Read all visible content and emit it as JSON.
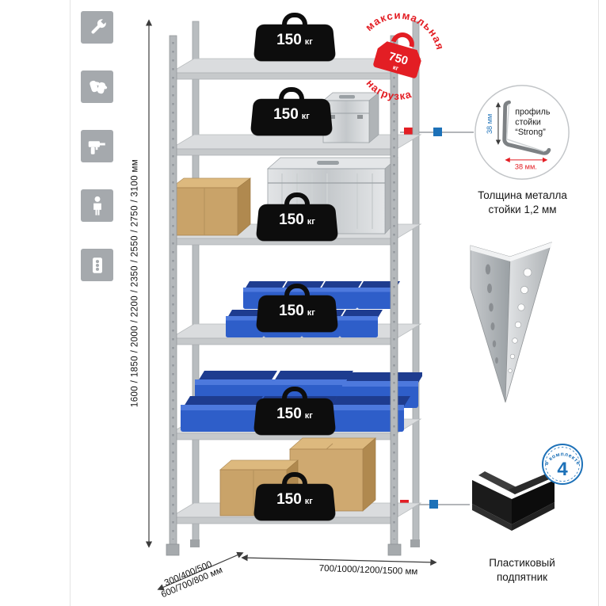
{
  "colors": {
    "accent_red": "#e31e24",
    "accent_blue": "#1d71b8",
    "metal_gray": "#b4b8bb",
    "bin_blue": "#2e5ec9"
  },
  "left_icons": {
    "items": [
      {
        "name": "wrench-icon"
      },
      {
        "name": "gloves-icon"
      },
      {
        "name": "drill-icon"
      },
      {
        "name": "person-icon"
      },
      {
        "name": "power-strip-icon"
      }
    ]
  },
  "dimensions": {
    "height": "1600 / 1850 / 2000 / 2200 / 2350 / 2550 / 2750 / 3100 мм",
    "depth_line1": "300/400/500",
    "depth_line2": "600/700/800 мм",
    "width": "700/1000/1200/1500 мм"
  },
  "shelf_load": {
    "value": "150",
    "unit": "кг"
  },
  "max_load_stamp": {
    "word_top": "максимальная",
    "word_bottom": "нагрузка",
    "value": "750",
    "unit": "кг"
  },
  "profile_detail": {
    "line1": "профиль",
    "line2": "стойки",
    "line3": "“Strong”",
    "dim_vertical": "38 мм",
    "dim_horizontal": "38 мм.",
    "caption1": "Толщина металла",
    "caption2": "стойки 1,2 мм"
  },
  "foot_detail": {
    "badge_value": "4",
    "badge_text": "в комплекте",
    "caption1": "Пластиковый",
    "caption2": "подпятник"
  }
}
